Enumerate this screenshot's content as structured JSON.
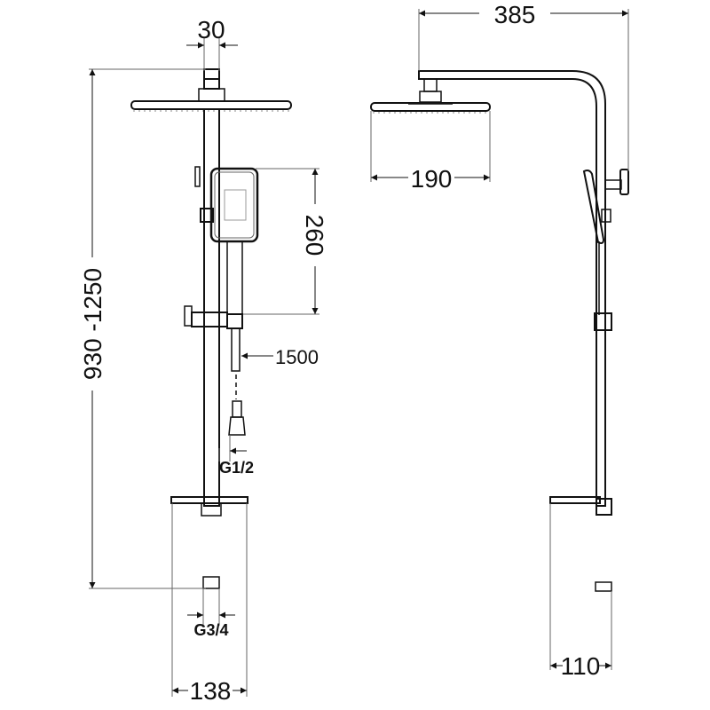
{
  "diagram": {
    "title": "Shower set technical drawing",
    "line_color": "#111111",
    "front_view": {
      "dimensions": {
        "top_connector_width": "30",
        "total_height": "930 -1250",
        "hand_shower_height": "260",
        "hose_length": "1500",
        "hose_thread": "G1/2",
        "inlet_thread": "G3/4",
        "base_width": "138"
      }
    },
    "side_view": {
      "dimensions": {
        "arm_reach": "385",
        "head_diameter": "190",
        "wall_distance": "110"
      }
    }
  }
}
